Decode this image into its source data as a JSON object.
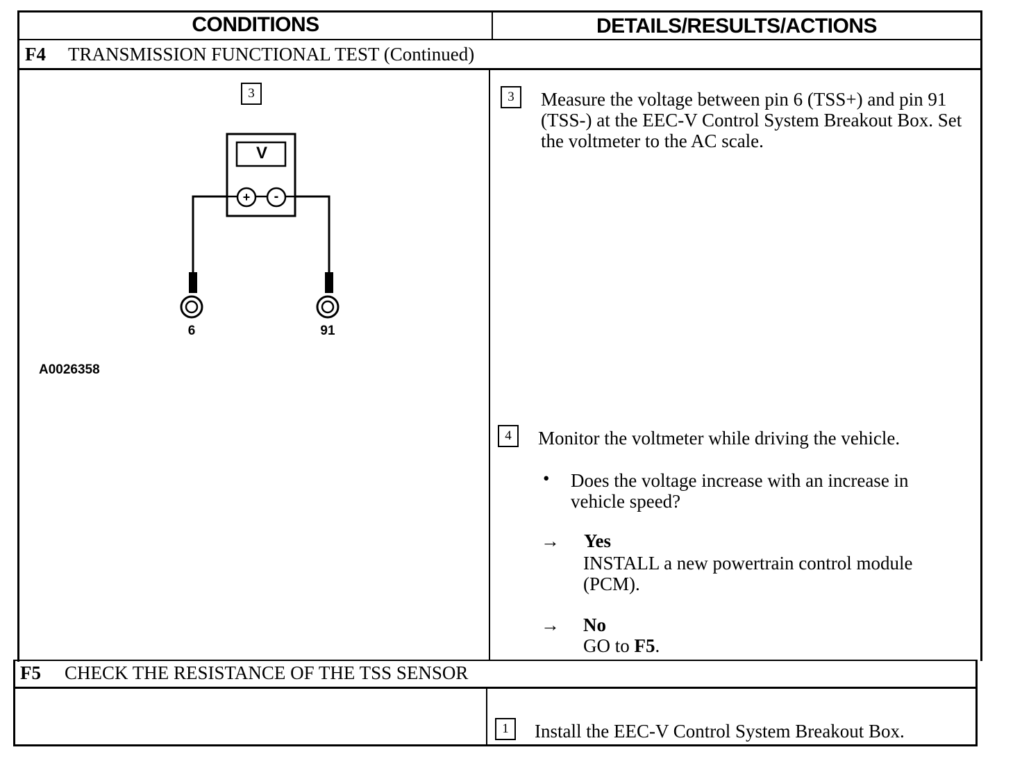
{
  "header": {
    "conditions": "CONDITIONS",
    "details": "DETAILS/RESULTS/ACTIONS"
  },
  "sections": [
    {
      "id": "F4",
      "title": "TRANSMISSION FUNCTIONAL TEST (Continued)"
    },
    {
      "id": "F5",
      "title": "CHECK THE RESISTANCE OF THE TSS SENSOR"
    }
  ],
  "diagram": {
    "step": "3",
    "meter_label": "V",
    "plus": "+",
    "minus": "-",
    "pin_left": "6",
    "pin_right": "91",
    "figure_id": "A0026358"
  },
  "steps": [
    {
      "num": "3",
      "text": "Measure the voltage between pin 6 (TSS+) and pin 91 (TSS-) at the EEC-V Control System Breakout Box. Set the voltmeter to the AC scale."
    },
    {
      "num": "4",
      "text": "Monitor the voltmeter while driving the vehicle.",
      "bullet": "Does the voltage increase with an increase in vehicle speed?",
      "results": [
        {
          "arrow": "→",
          "label": "Yes",
          "action": "INSTALL a new powertrain control module (PCM)."
        },
        {
          "arrow": "→",
          "label": "No",
          "action_prefix": "GO to ",
          "action_ref": "F5",
          "action_suffix": "."
        }
      ]
    },
    {
      "num": "1",
      "text": "Install the EEC-V Control System Breakout Box."
    }
  ]
}
